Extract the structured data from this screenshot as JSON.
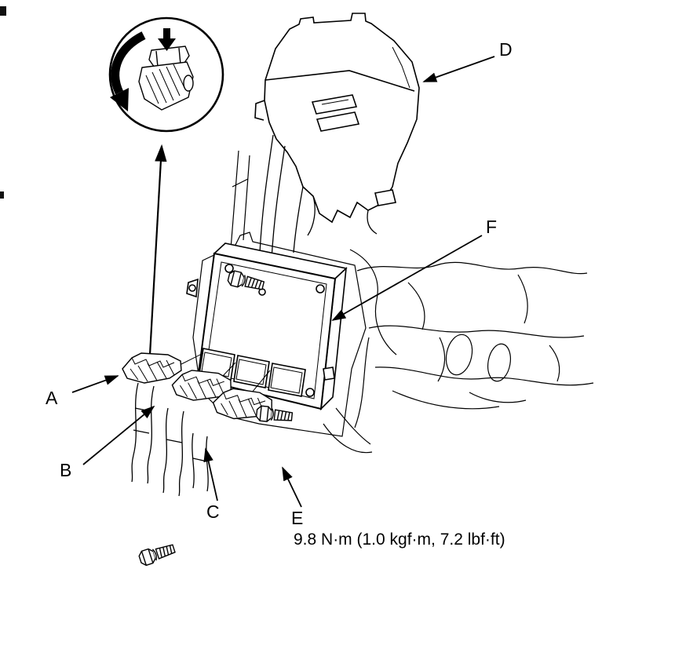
{
  "figure": {
    "background_color": "#ffffff",
    "line_color": "#000000",
    "callouts": {
      "a": "A",
      "b": "B",
      "c": "C",
      "d": "D",
      "e": "E",
      "f": "F"
    },
    "torque_spec": "9.8 N·m (1.0 kgf·m, 7.2 lbf·ft)"
  }
}
